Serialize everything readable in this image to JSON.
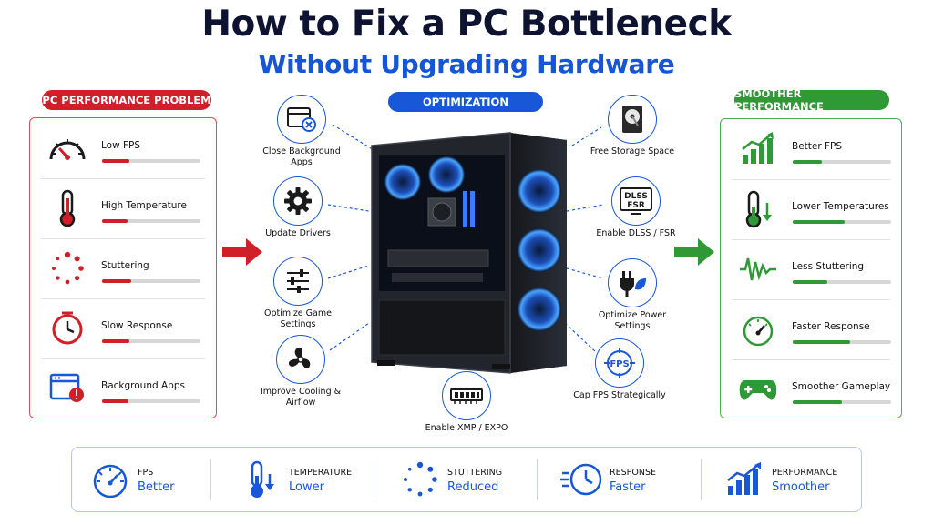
{
  "header": {
    "title": "How to Fix a PC Bottleneck",
    "subtitle": "Without Upgrading Hardware"
  },
  "colors": {
    "problem": "#d01f28",
    "optimization": "#1757d8",
    "solution": "#2f9a35"
  },
  "problem": {
    "heading": "PC PERFORMANCE PROBLEM",
    "items": [
      {
        "label": "Low FPS",
        "icon": "speedometer-icon",
        "level": 0.28
      },
      {
        "label": "High Temperature",
        "icon": "thermometer-icon",
        "level": 0.26
      },
      {
        "label": "Stuttering",
        "icon": "loading-spinner-icon",
        "level": 0.3
      },
      {
        "label": "Slow Response",
        "icon": "clock-icon",
        "level": 0.28
      },
      {
        "label": "Background Apps",
        "icon": "browser-alert-icon",
        "level": 0.27
      }
    ]
  },
  "optimization": {
    "heading": "OPTIMIZATION",
    "left": [
      {
        "label": "Close Background Apps",
        "icon": "window-close-icon"
      },
      {
        "label": "Update Drivers",
        "icon": "gear-icon"
      },
      {
        "label": "Optimize Game Settings",
        "icon": "sliders-icon"
      },
      {
        "label": "Improve Cooling & Airflow",
        "icon": "fan-icon"
      }
    ],
    "right": [
      {
        "label": "Free Storage Space",
        "icon": "hard-drive-icon"
      },
      {
        "label": "Enable DLSS / FSR",
        "icon": "dlss-fsr-icon",
        "icon_text_1": "DLSS",
        "icon_text_2": "FSR"
      },
      {
        "label": "Optimize Power Settings",
        "icon": "power-plug-icon"
      },
      {
        "label": "Cap FPS Strategically",
        "icon": "fps-target-icon",
        "icon_text": "FPS"
      }
    ],
    "bottom": {
      "label": "Enable XMP / EXPO",
      "icon": "ram-stick-icon"
    }
  },
  "solution": {
    "heading": "SMOOTHER PERFORMANCE",
    "items": [
      {
        "label": "Better FPS",
        "icon": "growth-chart-icon",
        "level": 0.3
      },
      {
        "label": "Lower Temperatures",
        "icon": "thermometer-down-icon",
        "level": 0.53
      },
      {
        "label": "Less Stuttering",
        "icon": "waveform-icon",
        "level": 0.35
      },
      {
        "label": "Faster Response",
        "icon": "speedometer-icon",
        "level": 0.58
      },
      {
        "label": "Smoother Gameplay",
        "icon": "gamepad-icon",
        "level": 0.5
      }
    ]
  },
  "summary": [
    {
      "key": "FPS",
      "value": "Better",
      "icon": "speedometer-icon"
    },
    {
      "key": "TEMPERATURE",
      "value": "Lower",
      "icon": "thermometer-down-icon"
    },
    {
      "key": "STUTTERING",
      "value": "Reduced",
      "icon": "loading-spinner-icon"
    },
    {
      "key": "RESPONSE",
      "value": "Faster",
      "icon": "fast-clock-icon"
    },
    {
      "key": "PERFORMANCE",
      "value": "Smoother",
      "icon": "growth-chart-icon"
    }
  ]
}
